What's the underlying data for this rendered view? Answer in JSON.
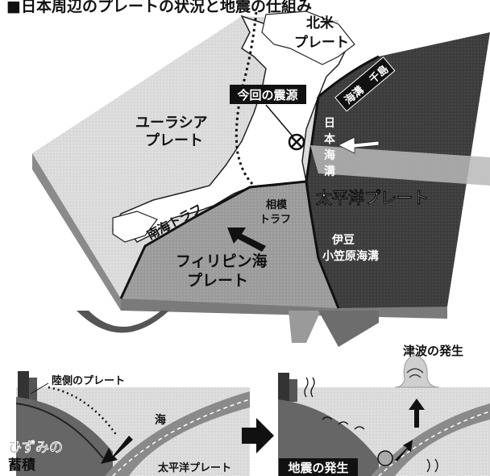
{
  "header": {
    "title": "■日本周辺のプレートの状況と地震の仕組み"
  },
  "map": {
    "labels": {
      "north_america_plate": [
        "北米",
        "プレート"
      ],
      "eurasia_plate": [
        "ユーラシア",
        "プレート"
      ],
      "philippine_plate": [
        "フィリピン海",
        "プレート"
      ],
      "pacific_plate": "太平洋プレート",
      "japan_trench": [
        "日",
        "本",
        "海",
        "溝"
      ],
      "kuril_trench": "海溝",
      "kuril_trench_sub": "千島",
      "izu_trench": [
        "伊豆",
        "小笠原海溝"
      ],
      "sagami_trough": [
        "相模",
        "トラフ"
      ],
      "nankai_trough": "南海トラフ",
      "epicenter": "今回の震源"
    }
  },
  "mechanism": {
    "left": {
      "land_plate": "陸側のプレート",
      "sea": "海",
      "strain": [
        "ひずみの",
        "蓄積"
      ],
      "pacific": "太平洋プレート"
    },
    "right": {
      "tsunami": "津波の発生",
      "quake": "地震の発生"
    }
  },
  "colors": {
    "pacific": "#3f3f3f",
    "philippine": "#8f8f8f",
    "land": "#ffffff",
    "base": "#d8d8d8",
    "plate_side": "#6a6a6a",
    "ink": "#111111",
    "label_box": "#111111"
  }
}
